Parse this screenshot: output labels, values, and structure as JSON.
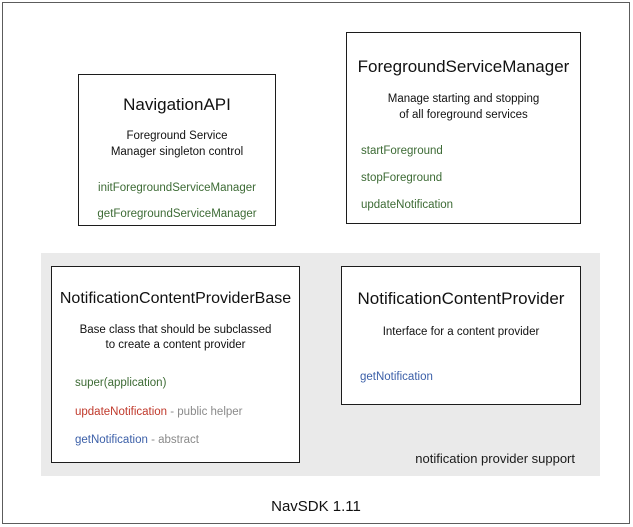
{
  "diagram": {
    "footer_caption": "NavSDK 1.11",
    "group_panel": {
      "label": "notification provider support",
      "background": "#eaeaea"
    },
    "colors": {
      "green": "#3d6b35",
      "red": "#c0392b",
      "blue": "#3b5fa8",
      "note_gray": "#8a8a8a",
      "border": "#1c1c1c",
      "panel_bg": "#eaeaea",
      "frame": "#5c5c5c"
    },
    "boxes": {
      "navigation_api": {
        "title": "NavigationAPI",
        "description_line1": "Foreground Service",
        "description_line2": "Manager singleton control",
        "members": [
          {
            "name": "initForegroundServiceManager",
            "color": "green",
            "note": ""
          },
          {
            "name": "getForegroundServiceManager",
            "color": "green",
            "note": ""
          }
        ]
      },
      "foreground_service_manager": {
        "title": "ForegroundServiceManager",
        "description_line1": "Manage starting and stopping",
        "description_line2": "of all foreground services",
        "members": [
          {
            "name": "startForeground",
            "color": "green",
            "note": ""
          },
          {
            "name": "stopForeground",
            "color": "green",
            "note": ""
          },
          {
            "name": "updateNotification",
            "color": "green",
            "note": ""
          }
        ]
      },
      "notification_content_provider_base": {
        "title": "NotificationContentProviderBase",
        "description_line1": "Base class that should be subclassed",
        "description_line2": "to create a content provider",
        "members": [
          {
            "name": "super(application)",
            "color": "green",
            "note": ""
          },
          {
            "name": "updateNotification",
            "color": "red",
            "note": " - public helper"
          },
          {
            "name": "getNotification",
            "color": "blue",
            "note": " - abstract"
          }
        ]
      },
      "notification_content_provider": {
        "title": "NotificationContentProvider",
        "description_line1": "Interface for a content provider",
        "description_line2": "",
        "members": [
          {
            "name": "getNotification",
            "color": "blue",
            "note": ""
          }
        ]
      }
    }
  }
}
